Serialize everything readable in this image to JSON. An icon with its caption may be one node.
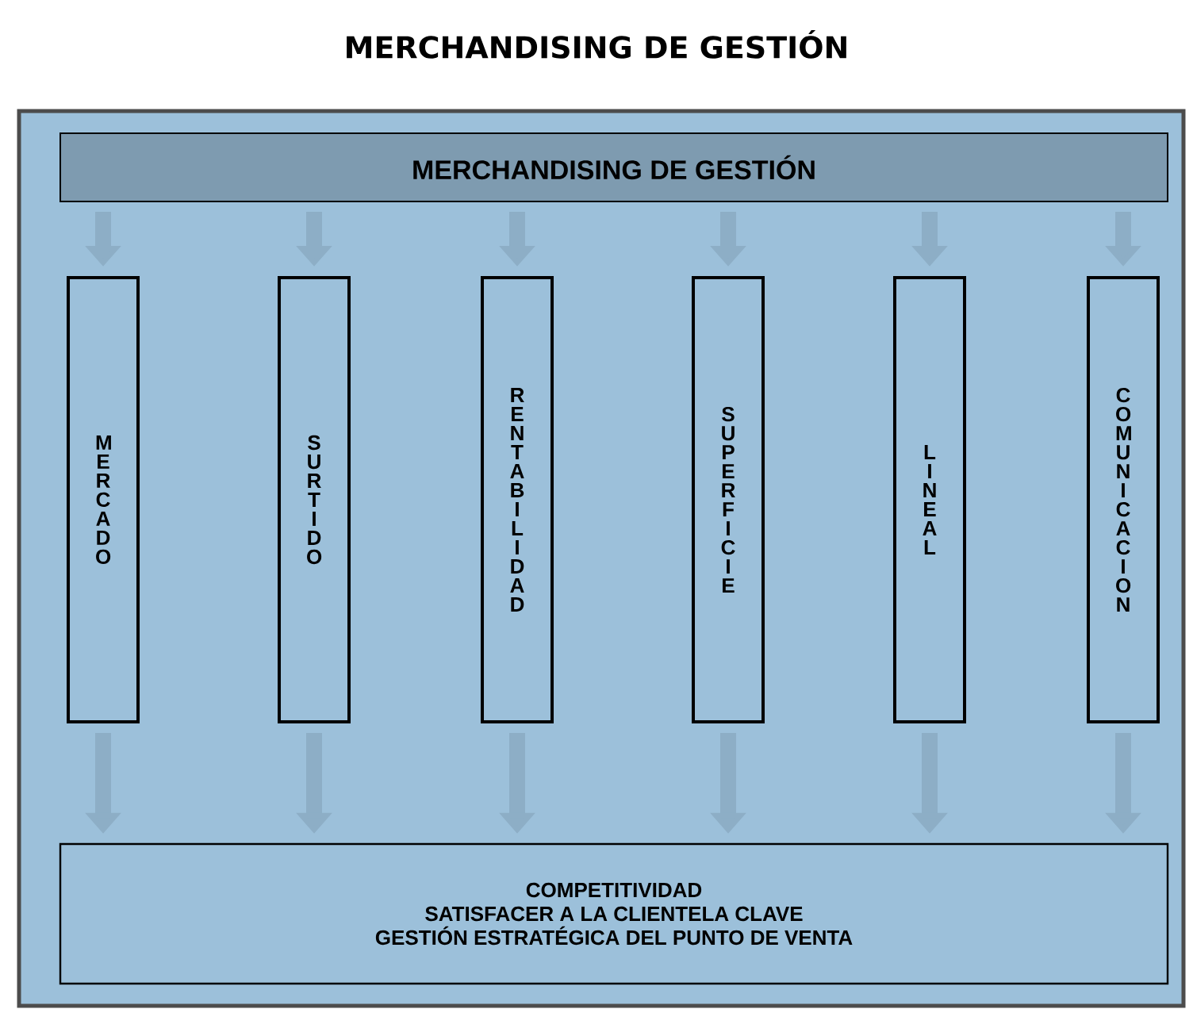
{
  "diagram": {
    "title": "MERCHANDISING DE GESTIÓN",
    "nodes": [
      {
        "text": [],
        "shape": "box"
      },
      {
        "text": [
          "MERCHANDISING DE GESTIÓN"
        ],
        "in": 0
      },
      {
        "text": [
          "MERCADO"
        ],
        "in": 0
      },
      {
        "text": [
          "SURTIDO"
        ],
        "in": 0
      },
      {
        "text": [
          "RENTABILIDAD"
        ],
        "in": 0
      },
      {
        "text": [
          "SUPERFICIE"
        ],
        "in": 0
      },
      {
        "text": [
          "LINEAL"
        ],
        "in": 0
      },
      {
        "text": [
          "COMUNICACION"
        ],
        "in": 0
      },
      {
        "text": [
          "COMPETITIVIDAD",
          "SATISFACER A LA CLIENTELA CLAVE",
          "GESTIÓN ESTRATÉGICA DEL PUNTO DE VENTA"
        ],
        "in": 0
      }
    ],
    "edges": [
      {
        "from": 1,
        "to": 2,
        "arrow": "to"
      },
      {
        "from": 1,
        "to": 3,
        "arrow": "to"
      },
      {
        "from": 1,
        "to": 4,
        "arrow": "to"
      },
      {
        "from": 1,
        "to": 5,
        "arrow": "to"
      },
      {
        "from": 1,
        "to": 6,
        "arrow": "to"
      },
      {
        "from": 1,
        "to": 7,
        "arrow": "to"
      },
      {
        "from": 2,
        "to": 8,
        "arrow": "to"
      },
      {
        "from": 3,
        "to": 8,
        "arrow": "to"
      },
      {
        "from": 4,
        "to": 8,
        "arrow": "to"
      },
      {
        "from": 5,
        "to": 8,
        "arrow": "to"
      },
      {
        "from": 6,
        "to": 8,
        "arrow": "to"
      },
      {
        "from": 7,
        "to": 8,
        "arrow": "to"
      }
    ]
  }
}
